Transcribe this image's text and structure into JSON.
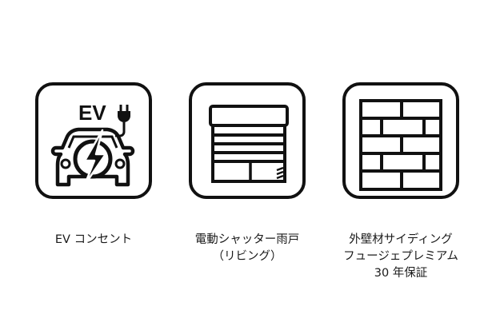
{
  "features": [
    {
      "id": "ev-outlet",
      "icon": "ev-charging-car-icon",
      "icon_text": "EV",
      "label_lines": [
        "EV コンセント"
      ]
    },
    {
      "id": "electric-shutter",
      "icon": "roller-shutter-icon",
      "label_lines": [
        "電動シャッター雨戸",
        "（リビング）"
      ]
    },
    {
      "id": "exterior-siding",
      "icon": "brick-wall-icon",
      "label_lines": [
        "外壁材サイディング",
        "フュージェプレミアム",
        "30 年保証"
      ]
    }
  ],
  "colors": {
    "stroke": "#111111",
    "background": "#ffffff",
    "text": "#1a1a1a"
  }
}
